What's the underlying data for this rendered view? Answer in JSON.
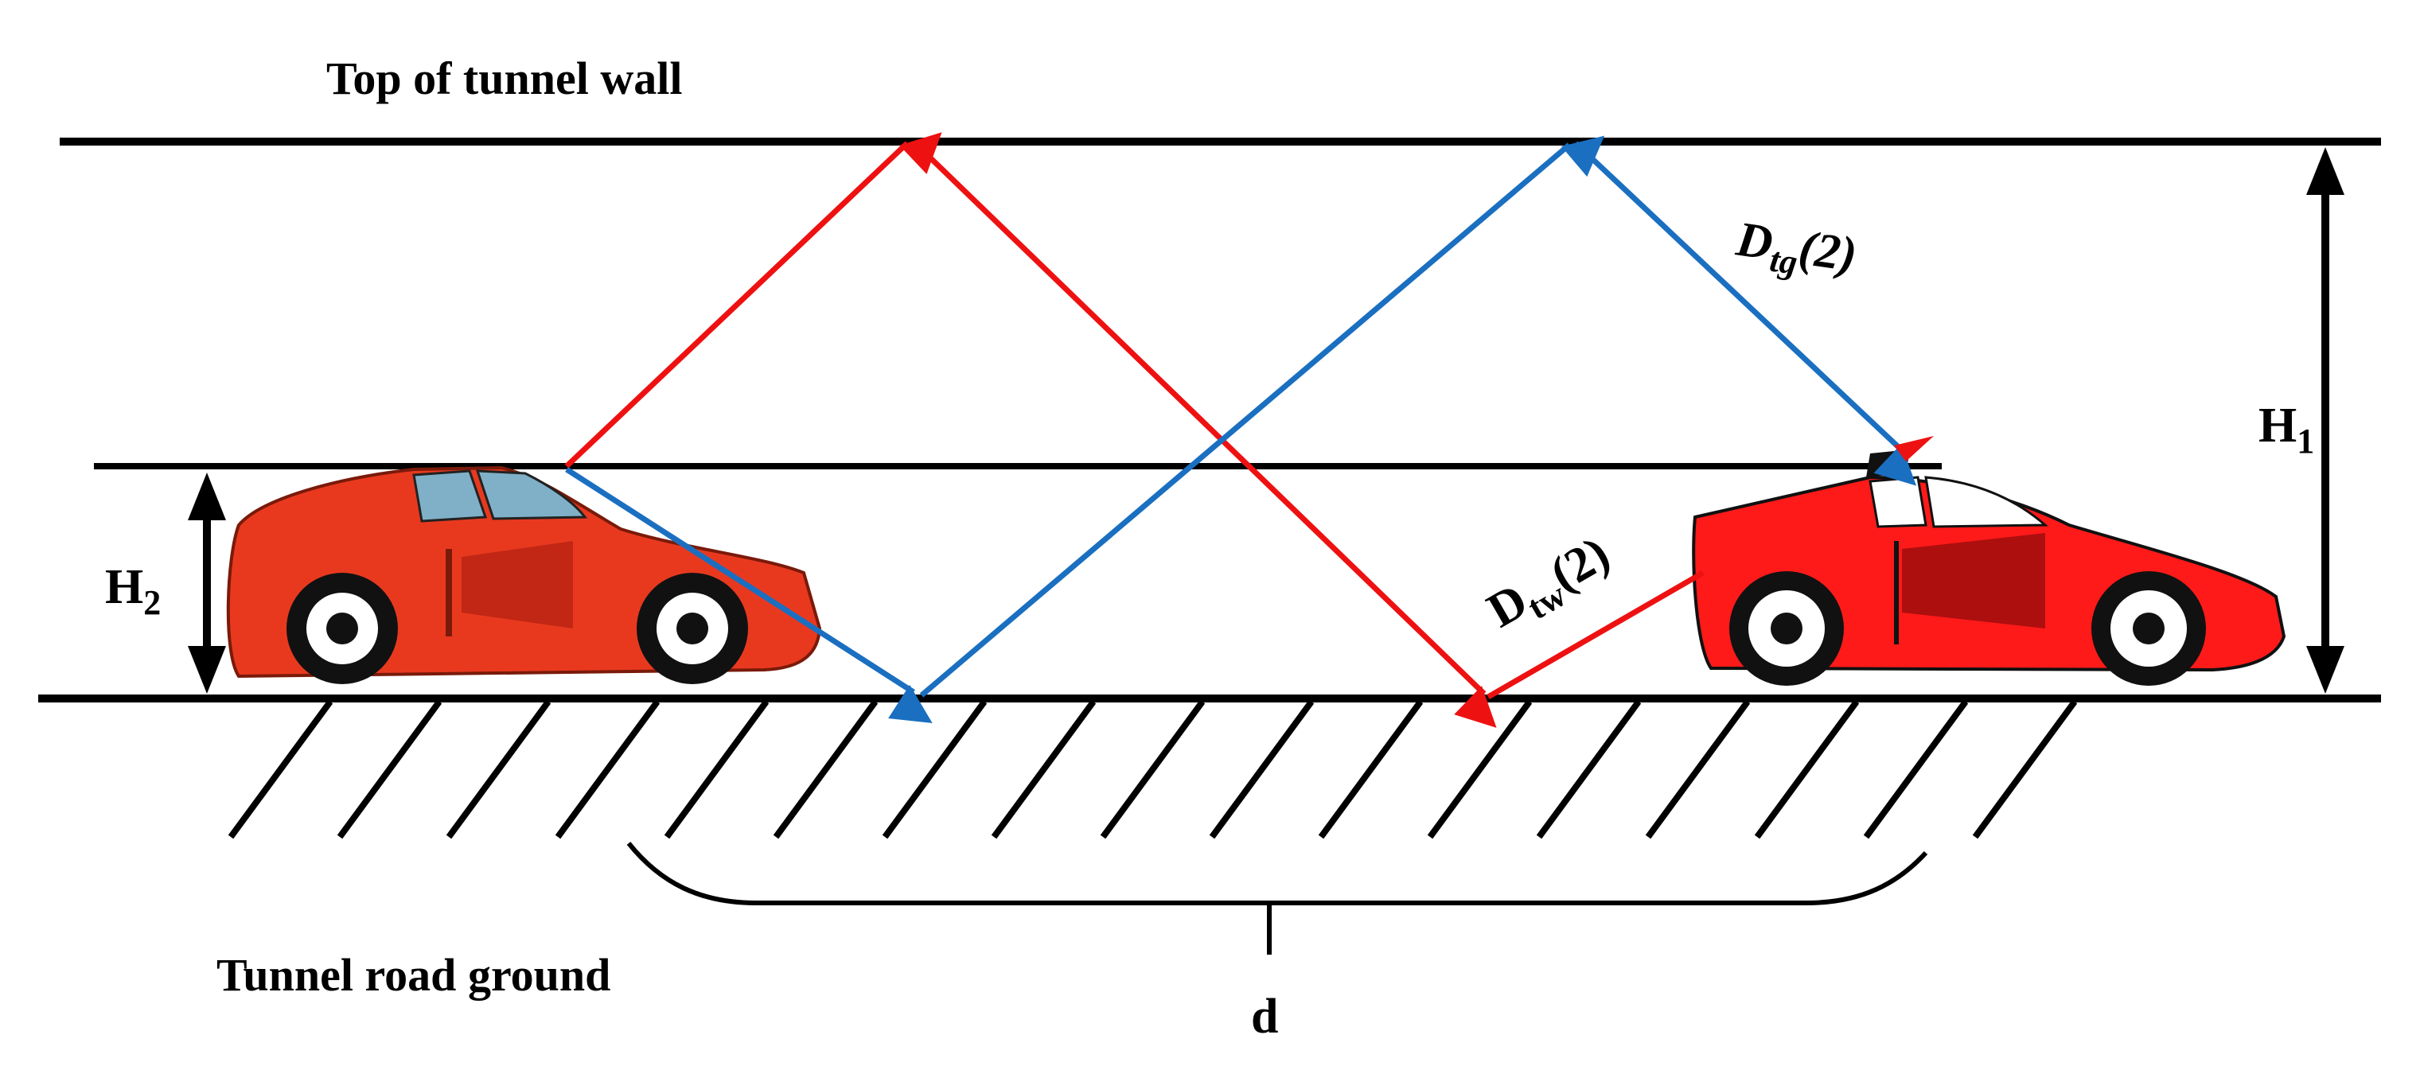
{
  "labels": {
    "top_wall": "Top of tunnel wall",
    "road_ground": "Tunnel road ground",
    "d": "d"
  },
  "h1": {
    "main": "H",
    "sub": "1"
  },
  "h2": {
    "main": "H",
    "sub": "2"
  },
  "dtg": {
    "main": "D",
    "sub": "tg",
    "arg": "(2)"
  },
  "dtw": {
    "main": "D",
    "sub": "tw",
    "arg": "(2)"
  },
  "colors": {
    "red_path": "#ee1111",
    "blue_path": "#1a6fc0",
    "line": "#000000",
    "car_body": "#e8391f",
    "car_body_right": "#ff1a1a",
    "car_window": "#7fb0c8"
  }
}
